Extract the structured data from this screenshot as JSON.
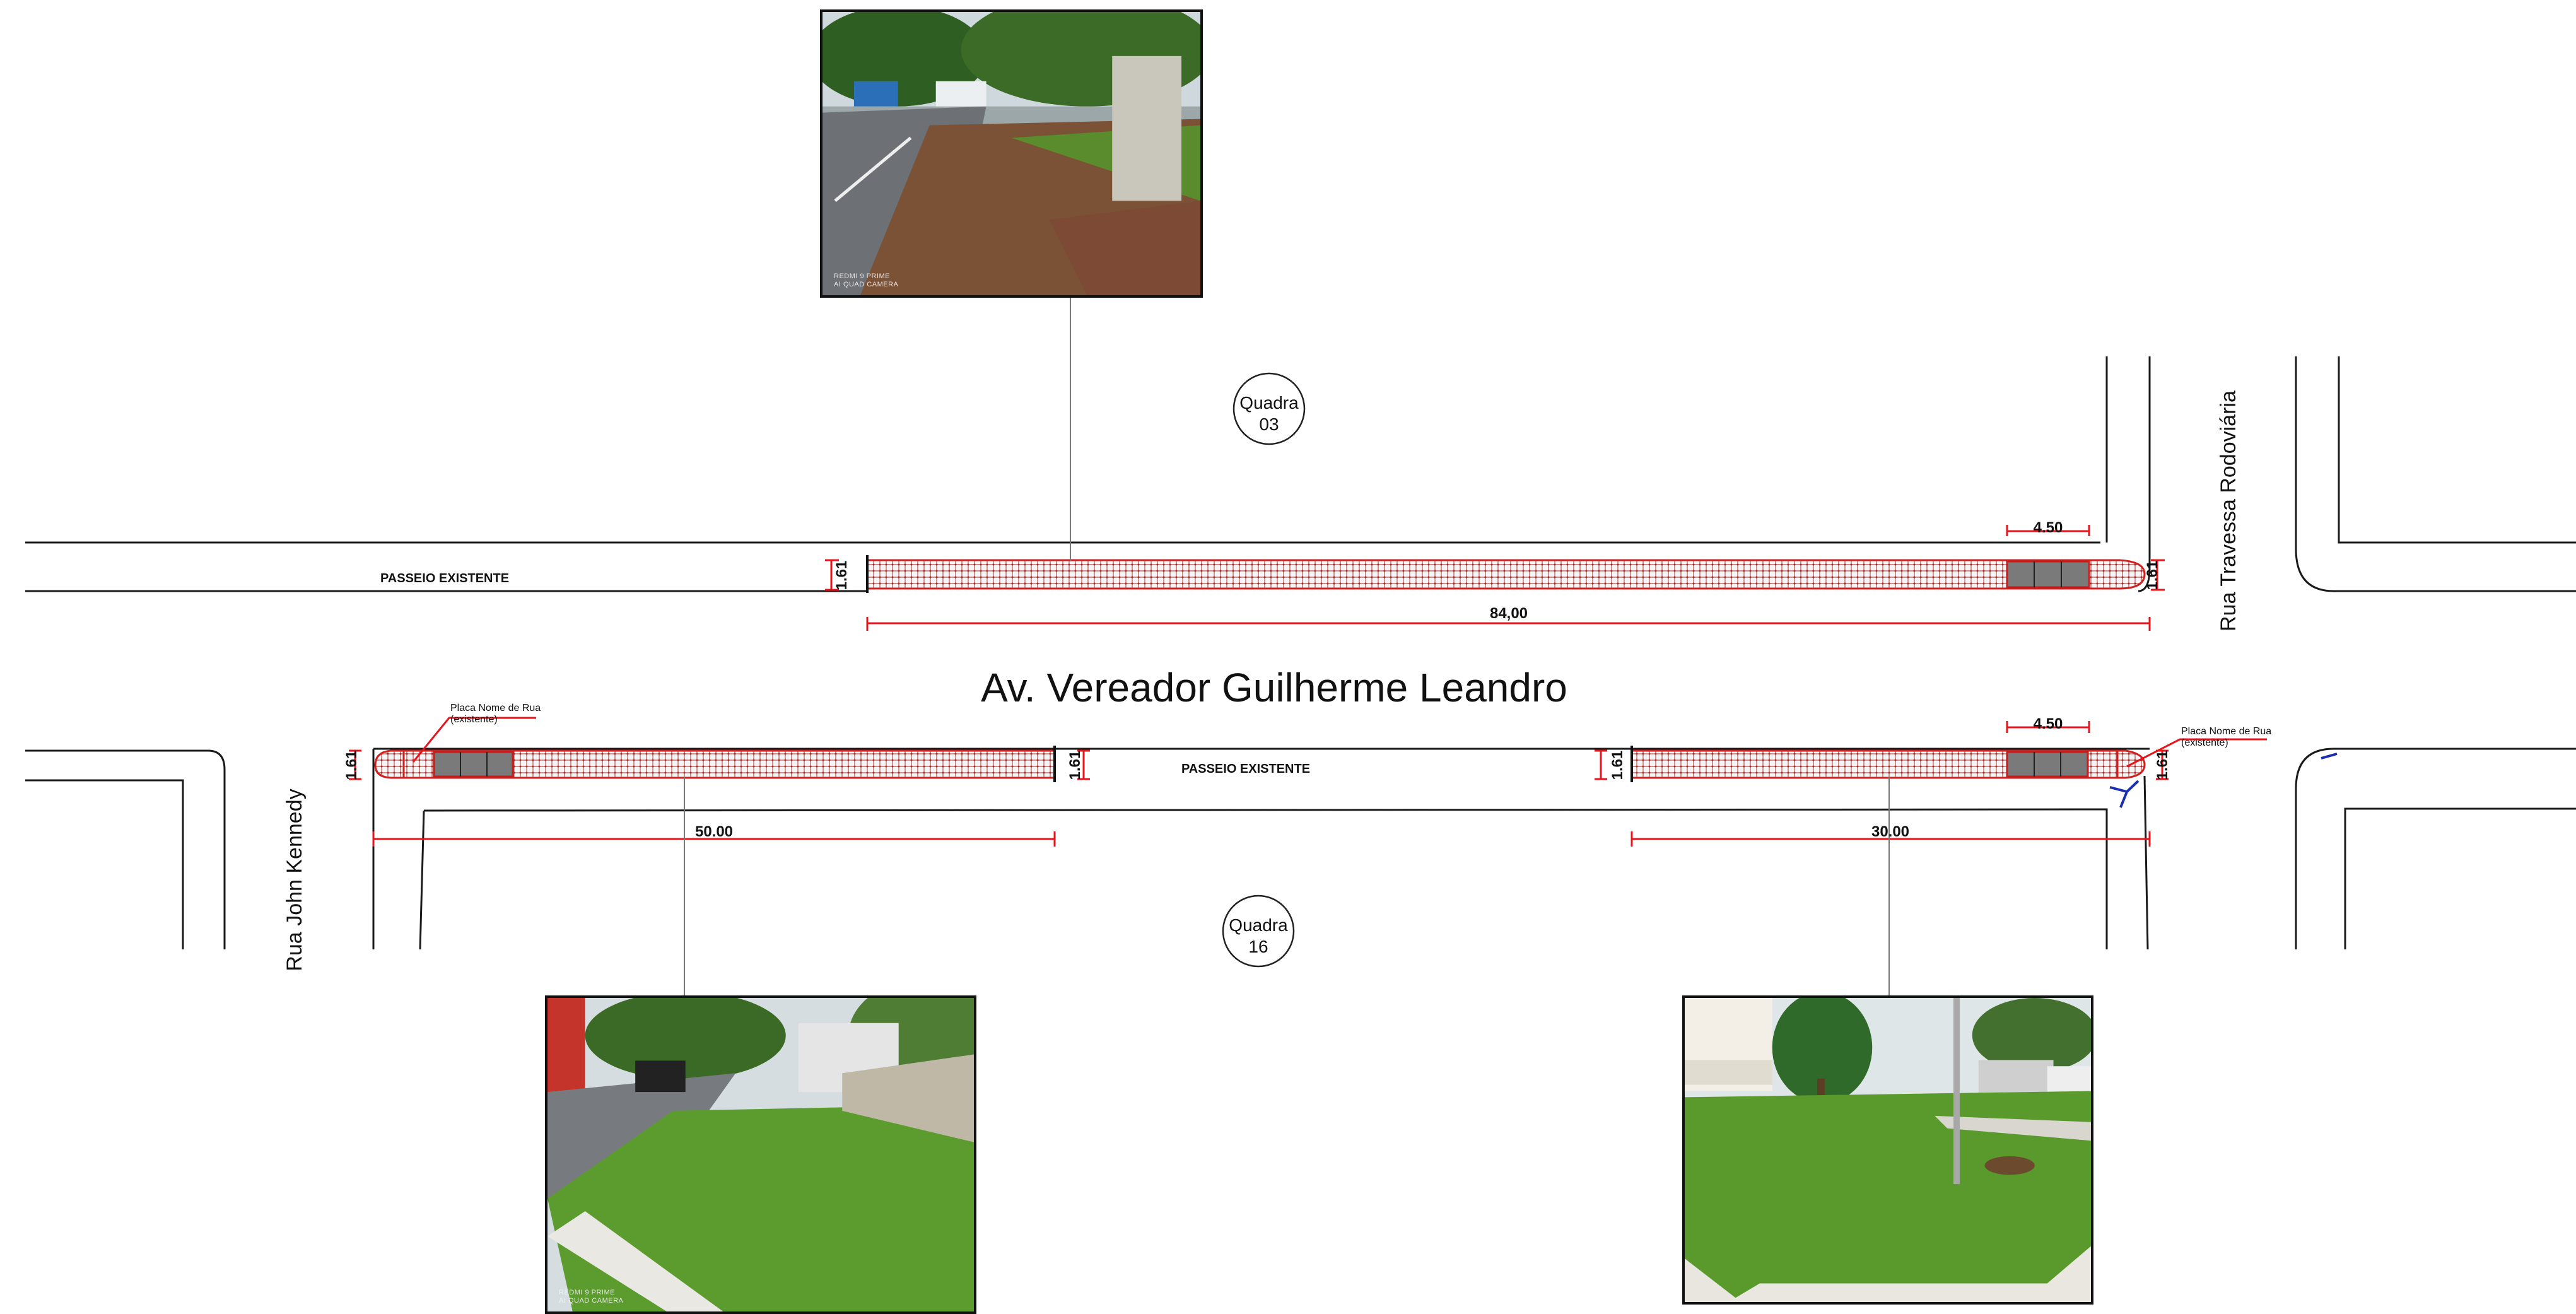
{
  "street_names": {
    "avenue": "Av. Vereador Guilherme Leandro",
    "left_street": "Rua John Kennedy",
    "right_street": "Rua Travessa Rodoviária"
  },
  "blocks": {
    "north": "Quadra\n03",
    "north_line1": "Quadra",
    "north_line2": "03",
    "south_line1": "Quadra",
    "south_line2": "16"
  },
  "labels": {
    "existing_sidewalk_north": "PASSEIO EXISTENTE",
    "existing_sidewalk_south": "PASSEIO EXISTENTE",
    "street_sign_left_line1": "Placa Nome de Rua",
    "street_sign_left_line2": "(existente)",
    "street_sign_right_line1": "Placa Nome de Rua",
    "street_sign_right_line2": "(existente)"
  },
  "dimensions": {
    "north_length": "84,00",
    "north_ramp": "4.50",
    "north_width_left": "1.61",
    "north_width_right": "1.61",
    "south_left_length": "50.00",
    "south_right_length": "30.00",
    "south_ramp": "4.50",
    "south_width_a": "1.61",
    "south_width_b": "1.61",
    "south_width_c": "1.61",
    "south_width_d": "1.61"
  },
  "photos": {
    "watermark_line1": "REDMI 9 PRIME",
    "watermark_line2": "AI QUAD CAMERA"
  },
  "colors": {
    "dimension": "#e8141c",
    "lines": "#1a1a1a",
    "grass": "#4f9a2a",
    "paving": "#7a7a7a"
  }
}
